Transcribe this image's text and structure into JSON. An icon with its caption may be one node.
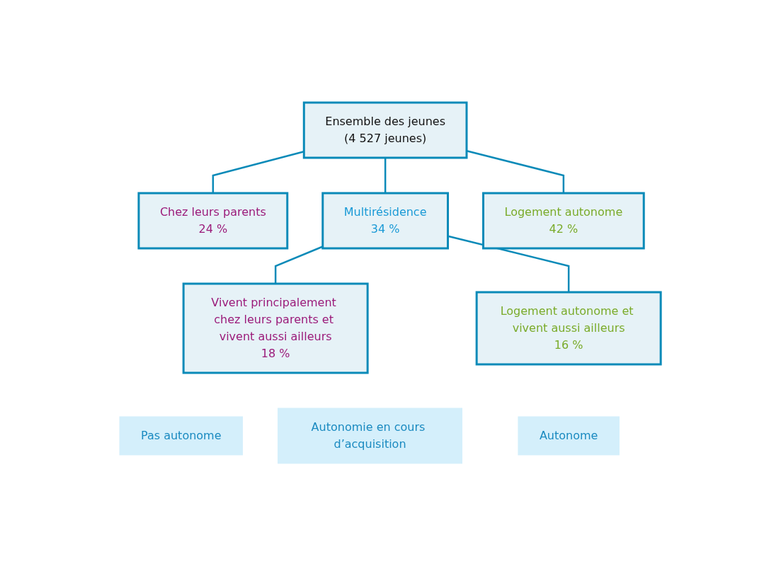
{
  "diagram": {
    "nodes": [
      {
        "text": [
          "Ensemble des jeunes",
          "(4 527 jeunes)"
        ]
      },
      {
        "text": [
          "Chez leurs parents",
          "24 %"
        ]
      },
      {
        "text": [
          "Multirésidence",
          "34 %"
        ]
      },
      {
        "text": [
          "Logement autonome",
          "42 %"
        ]
      },
      {
        "text": [
          "Vivent principalement chez leurs parents et vivent aussi ailleurs",
          "18 %"
        ]
      },
      {
        "text": [
          "Logement autonome et vivent aussi ailleurs",
          "16 %"
        ]
      },
      {
        "text": [
          "Pas autonome"
        ]
      },
      {
        "text": [
          "Autonomie en cours d’acquisition"
        ]
      },
      {
        "text": [
          "Autonome"
        ]
      }
    ],
    "edges": [
      {
        "from": 0,
        "to": 1,
        "arrow": "none"
      },
      {
        "from": 0,
        "to": 2,
        "arrow": "none"
      },
      {
        "from": 0,
        "to": 3,
        "arrow": "none"
      },
      {
        "from": 2,
        "to": 4,
        "arrow": "none"
      },
      {
        "from": 2,
        "to": 5,
        "arrow": "none"
      }
    ]
  }
}
